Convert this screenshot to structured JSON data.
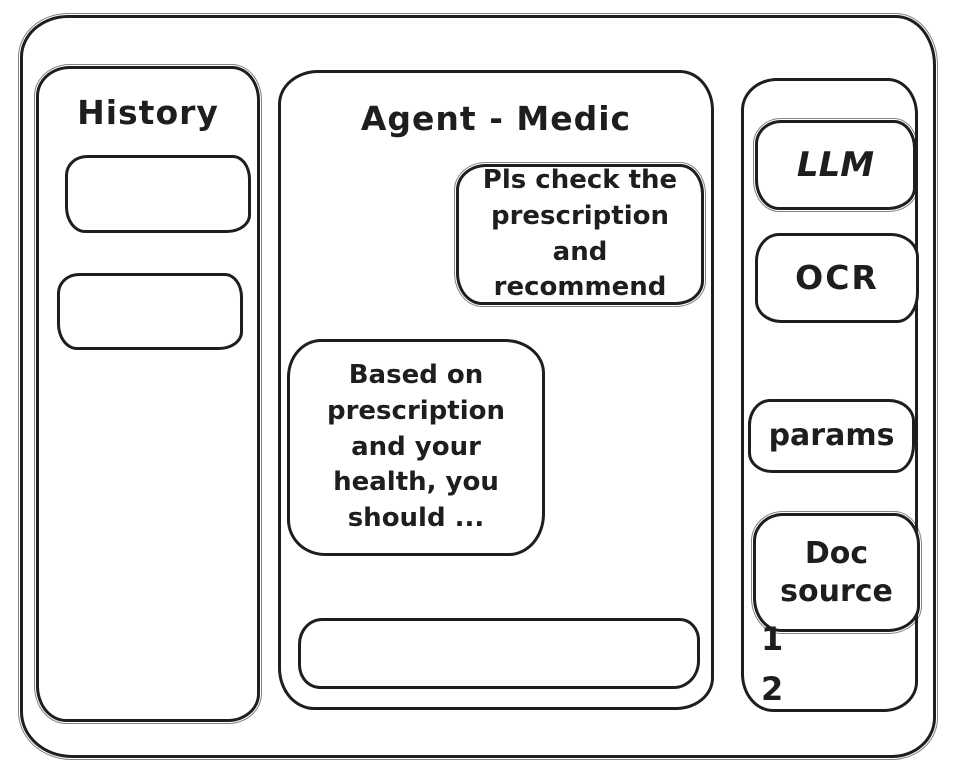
{
  "window": {
    "background": "#ffffff",
    "stroke_color": "#1e1e1e"
  },
  "history_panel": {
    "title": "History",
    "items": [
      {
        "label": ""
      },
      {
        "label": ""
      }
    ]
  },
  "chat_panel": {
    "title": "Agent - Medic",
    "messages": [
      {
        "role": "user",
        "text": "Pls check the prescription and recommend"
      },
      {
        "role": "assistant",
        "text": "Based on prescription and your health, you should ..."
      }
    ],
    "input": {
      "value": "",
      "placeholder": ""
    }
  },
  "tools_panel": {
    "buttons": [
      {
        "label": "LLM"
      },
      {
        "label": "OCR"
      },
      {
        "label": "params"
      },
      {
        "label": "Doc source"
      }
    ],
    "doc_source_list": [
      "1",
      "2"
    ]
  }
}
